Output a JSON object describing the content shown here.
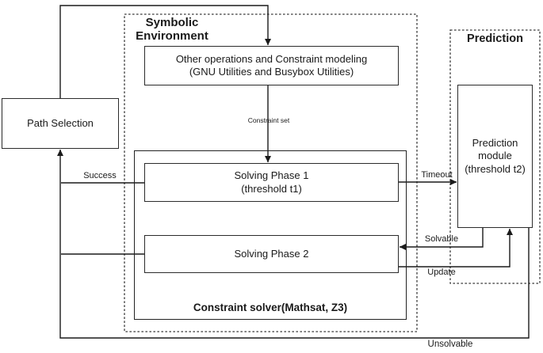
{
  "diagram": {
    "groups": {
      "symbolic_environment": {
        "title_line1": "Symbolic",
        "title_line2": "Environment"
      },
      "prediction": {
        "title": "Prediction"
      },
      "constraint_solver": {
        "title": "Constraint solver(Mathsat, Z3)"
      }
    },
    "nodes": {
      "path_selection": {
        "label": "Path Selection"
      },
      "constraint_modeling": {
        "line1": "Other operations and Constraint modeling",
        "line2": "(GNU Utilities and Busybox Utilities)"
      },
      "solving_phase_1": {
        "line1": "Solving Phase 1",
        "line2": "(threshold t1)"
      },
      "solving_phase_2": {
        "label": "Solving Phase 2"
      },
      "prediction_module": {
        "line1": "Prediction",
        "line2": "module",
        "line3": "(threshold t2)"
      }
    },
    "edge_labels": {
      "constraint_set": "Constraint set",
      "timeout": "Timeout",
      "solvable": "Solvable",
      "update": "Update",
      "success": "Success",
      "unsolvable": "Unsolvable"
    },
    "colors": {
      "line": "#1a1a1a",
      "background": "#ffffff"
    }
  }
}
